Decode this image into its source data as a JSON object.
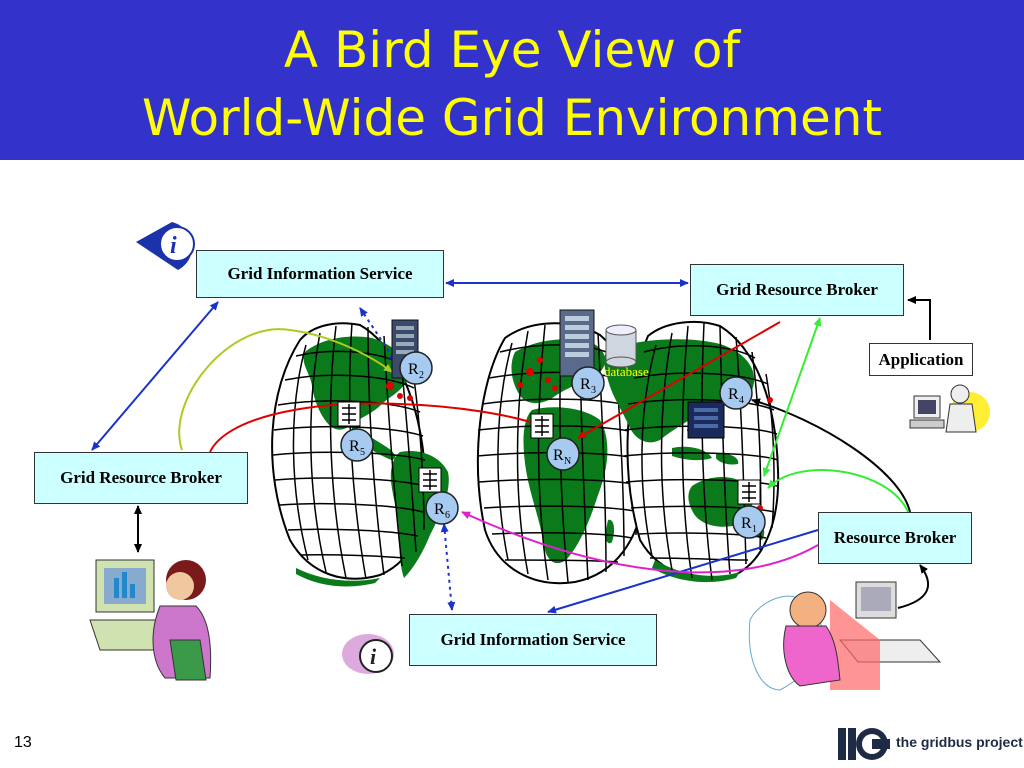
{
  "title": {
    "line1": "A Bird Eye View of",
    "line2": "World-Wide Grid Environment"
  },
  "boxes": {
    "gis_top": "Grid Information Service",
    "grb_top_right": "Grid Resource Broker",
    "application": "Application",
    "grb_left": "Grid Resource Broker",
    "resource_broker": "Resource Broker",
    "gis_bottom": "Grid Information Service"
  },
  "nodes": {
    "r2": {
      "base": "R",
      "sub": "2"
    },
    "r3": {
      "base": "R",
      "sub": "3"
    },
    "r4": {
      "base": "R",
      "sub": "4"
    },
    "r5": {
      "base": "R",
      "sub": "5"
    },
    "rn": {
      "base": "R",
      "sub": "N"
    },
    "r6": {
      "base": "R",
      "sub": "6"
    },
    "r1": {
      "base": "R",
      "sub": "1"
    }
  },
  "database_label": "database",
  "footer": {
    "page_number": "13",
    "logo_text": "the gridbus project"
  },
  "colors": {
    "title_bg": "#3333cc",
    "title_text": "#ffff00",
    "box_bg": "#ccffff",
    "node_fill": "#a6caf0",
    "land": "#0a7a1a",
    "grid_line": "#000000",
    "arrow_blue": "#1a33cc",
    "arrow_red": "#e00000",
    "arrow_green": "#33ee33",
    "arrow_yellowgreen": "#aacc22",
    "arrow_magenta": "#dd22cc",
    "arrow_black": "#000000"
  },
  "icons": [
    "info-icon",
    "server-icon",
    "database-icon",
    "router-icon",
    "user-at-computer-icon",
    "gridbus-logo"
  ]
}
